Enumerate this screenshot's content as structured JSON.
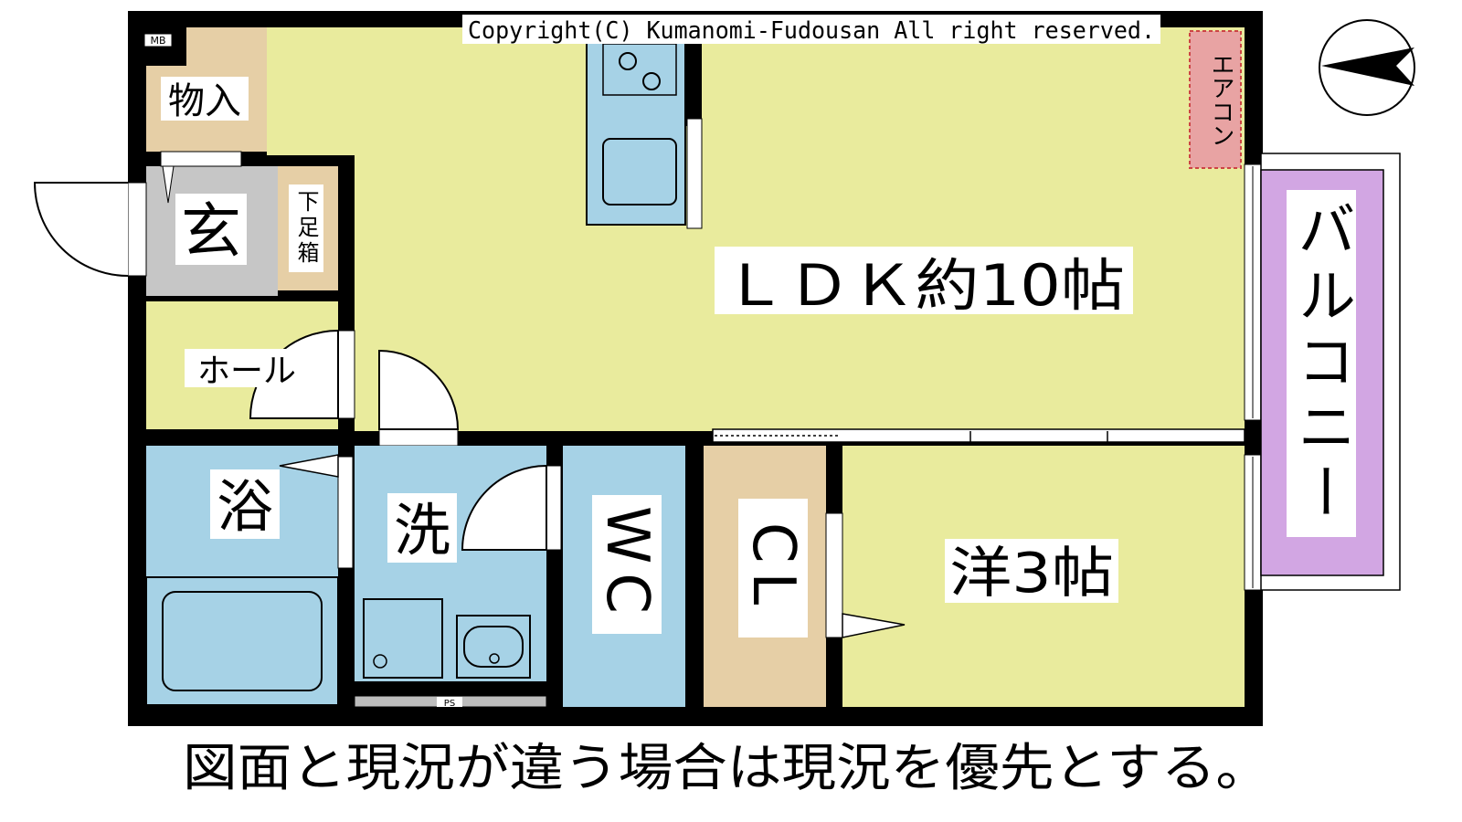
{
  "copyright": "Copyright(C) Kumanomi-Fudousan All right reserved.",
  "rooms": {
    "storage": "物入",
    "entrance": "玄",
    "shoe_box": "下足箱",
    "hall": "ホール",
    "ldk": "ＬＤＫ約10帖",
    "air_conditioner": "エアコン",
    "balcony": "バルコニー",
    "bath": "浴",
    "washroom": "洗",
    "wc": "WC",
    "closet": "CL",
    "western_room": "洋3帖"
  },
  "labels": {
    "meter_box": "MB",
    "pipe_space": "PS"
  },
  "compass": {
    "icon": "north-arrow-icon"
  },
  "notice": "図面と現況が違う場合は現況を優先とする。",
  "colors": {
    "ldk": "#e9eb9d",
    "wet_area": "#a6d2e6",
    "storage": "#e6cfa6",
    "entrance": "#c6c6c6",
    "balcony": "#d2a6e3",
    "aircon": "#e8a3a3",
    "wall": "#000000"
  }
}
